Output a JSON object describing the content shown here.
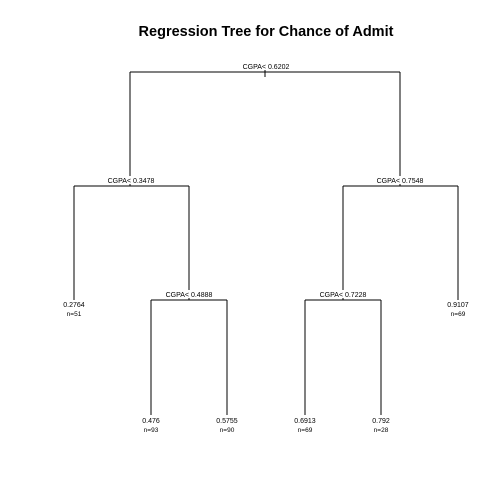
{
  "title": "Regression Tree for Chance of Admit",
  "tree": {
    "root_split": "CGPA< 0.6202",
    "left": {
      "split": "CGPA< 0.3478",
      "leaf": {
        "value": "0.2764",
        "n": "n=51"
      },
      "right": {
        "split": "CGPA< 0.4888",
        "leaf_left": {
          "value": "0.476",
          "n": "n=93"
        },
        "leaf_right": {
          "value": "0.5755",
          "n": "n=90"
        }
      }
    },
    "right": {
      "split": "CGPA< 0.7548",
      "left": {
        "split": "CGPA< 0.7228",
        "leaf_left": {
          "value": "0.6913",
          "n": "n=69"
        },
        "leaf_right": {
          "value": "0.792",
          "n": "n=28"
        }
      },
      "leaf": {
        "value": "0.9107",
        "n": "n=69"
      }
    }
  }
}
